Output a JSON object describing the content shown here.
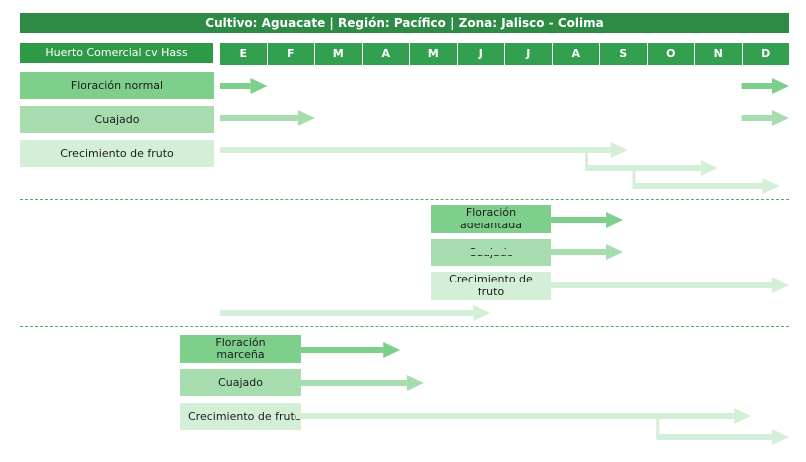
{
  "title": "Cultivo: Aguacate | Región: Pacífico | Zona: Jalisco - Colima",
  "orchard_label": "Huerto Comercial cv Hass",
  "months": [
    "E",
    "F",
    "M",
    "A",
    "M",
    "J",
    "J",
    "A",
    "S",
    "O",
    "N",
    "D"
  ],
  "colors": {
    "header": "#2e8b45",
    "month_bg": "#33a04f",
    "phase1": "#7fcf8c",
    "phase2": "#a6dcae",
    "phase3": "#d4efd7"
  },
  "groups": [
    {
      "phases": [
        {
          "label": "Floración normal",
          "color": "phase1",
          "segments": [
            {
              "from": 0,
              "to": 1
            },
            {
              "from": 11,
              "to": 12
            }
          ]
        },
        {
          "label": "Cuajado",
          "color": "phase2",
          "segments": [
            {
              "from": 0,
              "to": 2
            },
            {
              "from": 11,
              "to": 12
            }
          ]
        },
        {
          "label": "Crecimiento de fruto",
          "color": "phase3",
          "segments": [
            {
              "from": 0,
              "to": 8.6
            },
            {
              "from": 7.7,
              "to": 10.5
            },
            {
              "from": 8.7,
              "to": 11.8
            }
          ]
        }
      ]
    },
    {
      "phases": [
        {
          "label": "Floración adelantada",
          "color": "phase1",
          "segments": [
            {
              "from": 4.5,
              "to": 8.5
            }
          ]
        },
        {
          "label": "Cuajado",
          "color": "phase2",
          "segments": [
            {
              "from": 4.5,
              "to": 8.5
            }
          ]
        },
        {
          "label": "Crecimiento de fruto",
          "color": "phase3",
          "segments": [
            {
              "from": 4.5,
              "to": 12
            },
            {
              "from": 0,
              "to": 5.7
            }
          ]
        }
      ]
    },
    {
      "phases": [
        {
          "label": "Floración marceña",
          "color": "phase1",
          "segments": [
            {
              "from": 1.6,
              "to": 3.8
            }
          ]
        },
        {
          "label": "Cuajado",
          "color": "phase2",
          "segments": [
            {
              "from": 1.6,
              "to": 4.3
            }
          ]
        },
        {
          "label": "Crecimiento de fruto",
          "color": "phase3",
          "segments": [
            {
              "from": 1.6,
              "to": 11.2
            },
            {
              "from": 9.2,
              "to": 12
            }
          ]
        }
      ]
    }
  ]
}
